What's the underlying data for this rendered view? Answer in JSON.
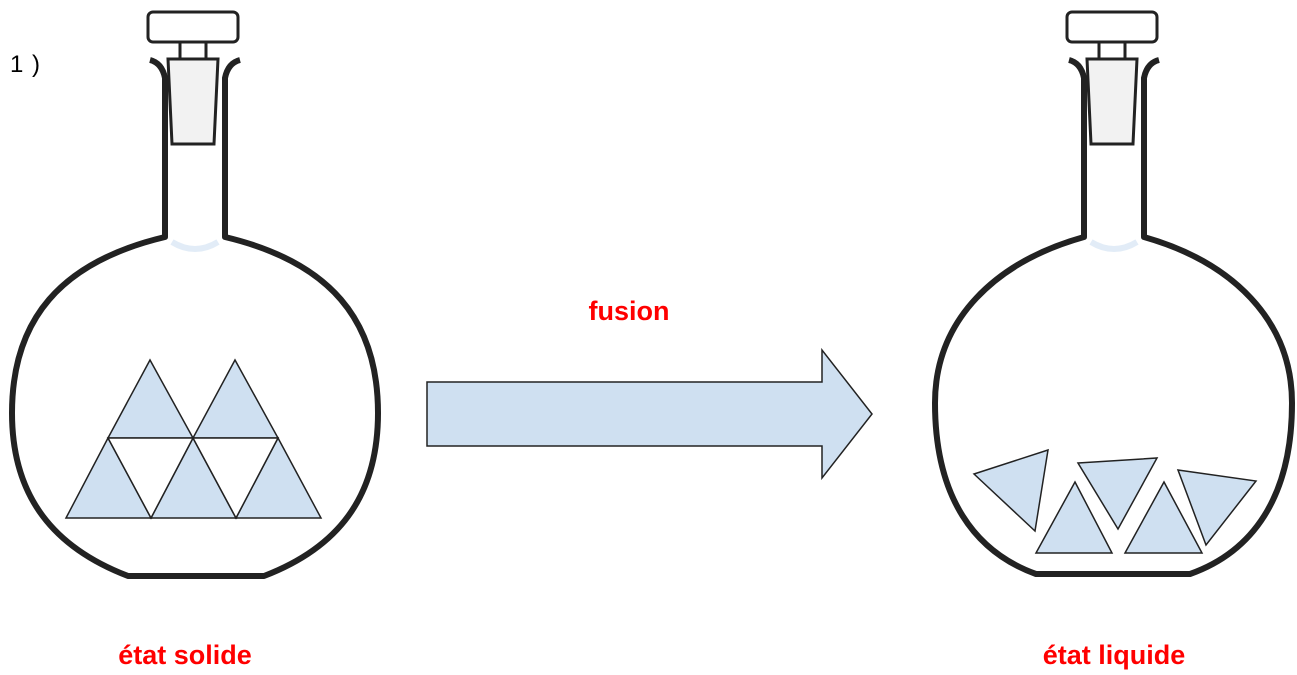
{
  "question_number": "1 )",
  "colors": {
    "label": "#ff0000",
    "particle_fill": "#cfe0f1",
    "arrow_fill": "#cfe0f1",
    "outline": "#222222",
    "stopper_fill": "#f2f2f2"
  },
  "left_flask": {
    "label": "état solide",
    "state": "solid",
    "arrangement": "ordered"
  },
  "right_flask": {
    "label": "état liquide",
    "state": "liquid",
    "arrangement": "disordered"
  },
  "arrow": {
    "label": "fusion"
  }
}
